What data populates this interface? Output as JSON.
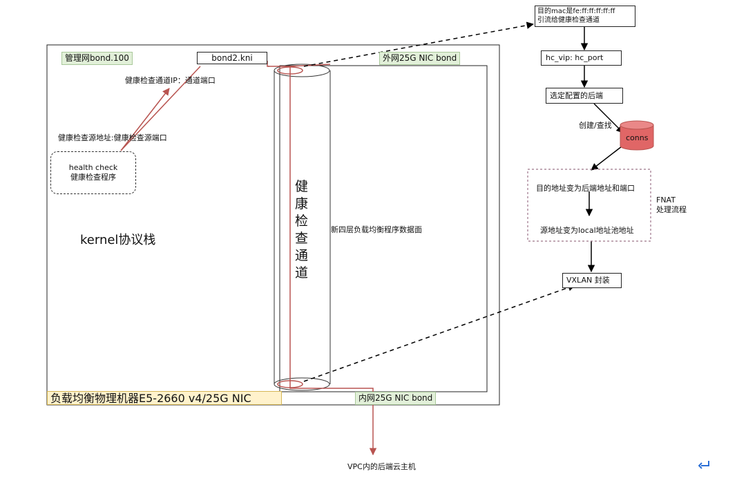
{
  "machine": {
    "mgmt_label": "管理网bond.100",
    "kni_label": "bond2.kni",
    "ext_nic_label": "外网25G NIC bond",
    "int_nic_label": "内网25G NIC bond",
    "footer_label": "负载均衡物理机器E5-2660 v4/25G NIC",
    "hc_ip_text": "健康检查通道IP：通道端口",
    "hc_src_text": "健康检查源地址:健康检查源端口",
    "health_check": {
      "line1": "health check",
      "line2": "健康检查程序"
    },
    "kernel_text": "kernel协议栈",
    "channel_chars": [
      "健",
      "康",
      "检",
      "查",
      "通",
      "道"
    ],
    "dataplane_text": "新四层负载均衡程序数据面"
  },
  "flow": {
    "mac_box": {
      "line1": "目的mac是fe:ff:ff:ff:ff:ff",
      "line2": "引流给健康检查通道"
    },
    "hc_vip": "hc_vip: hc_port",
    "backend_select": "选定配置的后端",
    "create_lookup": "创建/查找",
    "conns": "conns",
    "fnat_step1": "目的地址变为后端地址和端口",
    "fnat_step2": "源地址变为local地址池地址",
    "fnat_label": {
      "line1": "FNAT",
      "line2": "处理流程"
    },
    "vxlan": "VXLAN 封装"
  },
  "vpc_text": "VPC内的后端云主机",
  "colors": {
    "accent_red": "#b85450",
    "db_red": "#e06666",
    "green_label": "#e2f0d9",
    "footer_bg": "#fff2cc"
  },
  "icons": {
    "return": "return-arrow-icon"
  }
}
